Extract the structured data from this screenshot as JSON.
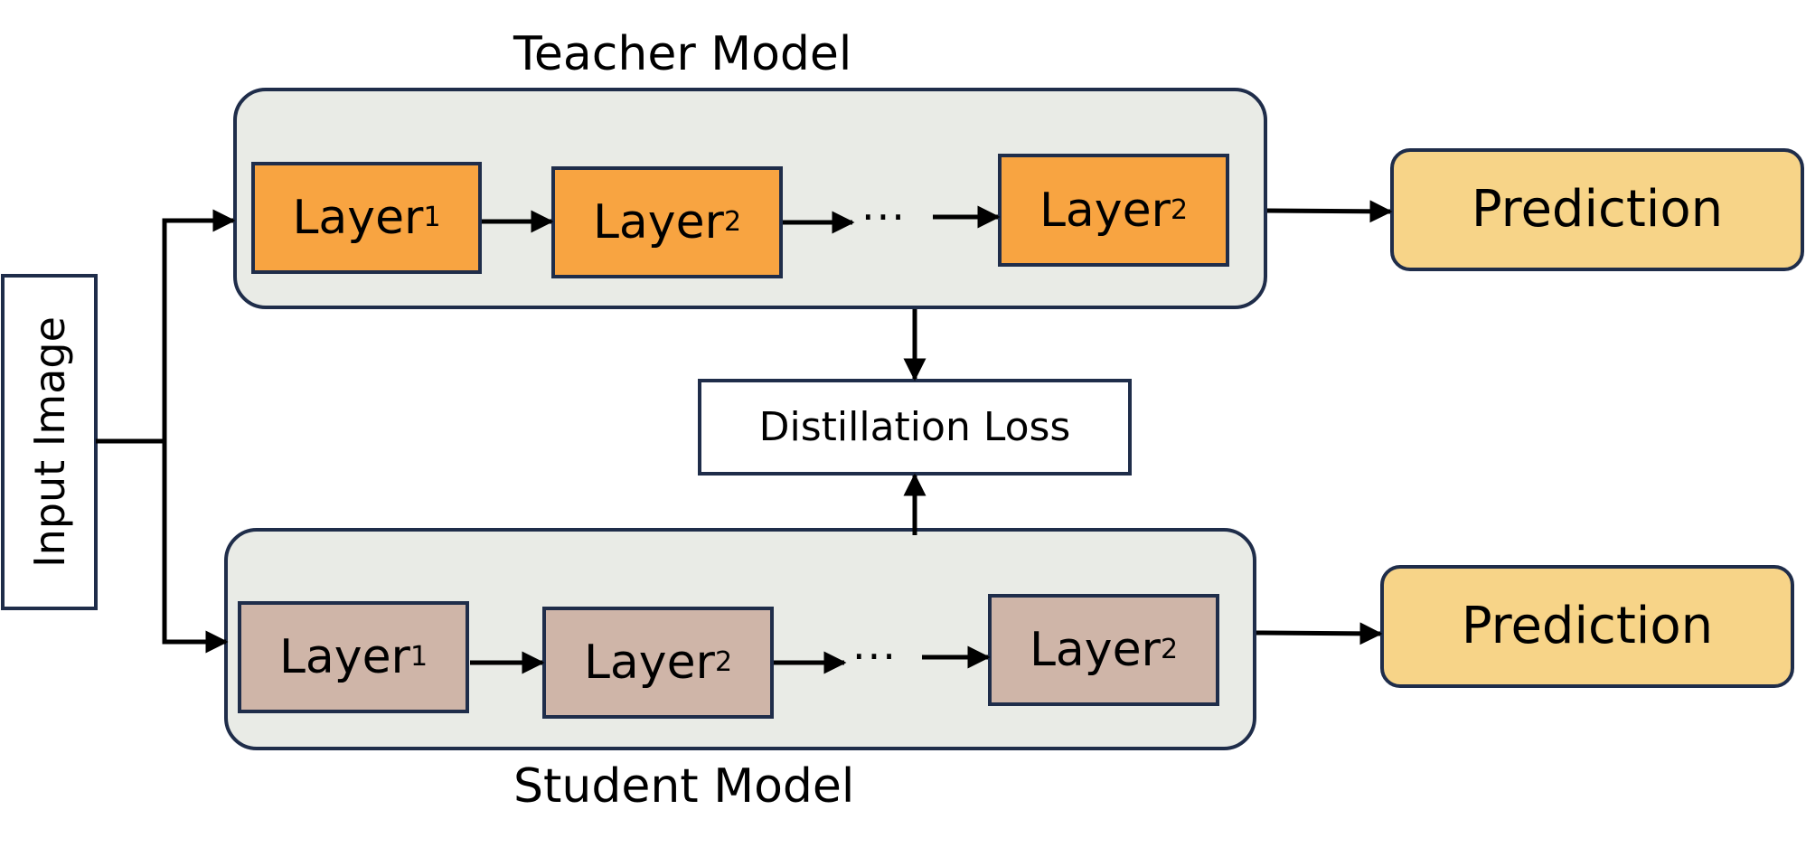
{
  "input": {
    "label": "Input Image"
  },
  "teacher": {
    "title": "Teacher Model",
    "layers": [
      {
        "name": "Layer",
        "sub": "1"
      },
      {
        "name": "Layer",
        "sub": "2"
      },
      {
        "name": "Layer",
        "sub": "2"
      }
    ],
    "ellipsis": "···",
    "prediction": "Prediction"
  },
  "student": {
    "title": "Student Model",
    "layers": [
      {
        "name": "Layer",
        "sub": "1"
      },
      {
        "name": "Layer",
        "sub": "2"
      },
      {
        "name": "Layer",
        "sub": "2"
      }
    ],
    "ellipsis": "···",
    "prediction": "Prediction"
  },
  "loss": {
    "label": "Distillation Loss"
  },
  "colors": {
    "stroke": "#1f2d4a",
    "panel_fill": "#e9ebe6",
    "teacher_layer": "#f8a441",
    "student_layer": "#cfb5a8",
    "prediction_fill": "#f7d488",
    "arrow": "#000000"
  }
}
